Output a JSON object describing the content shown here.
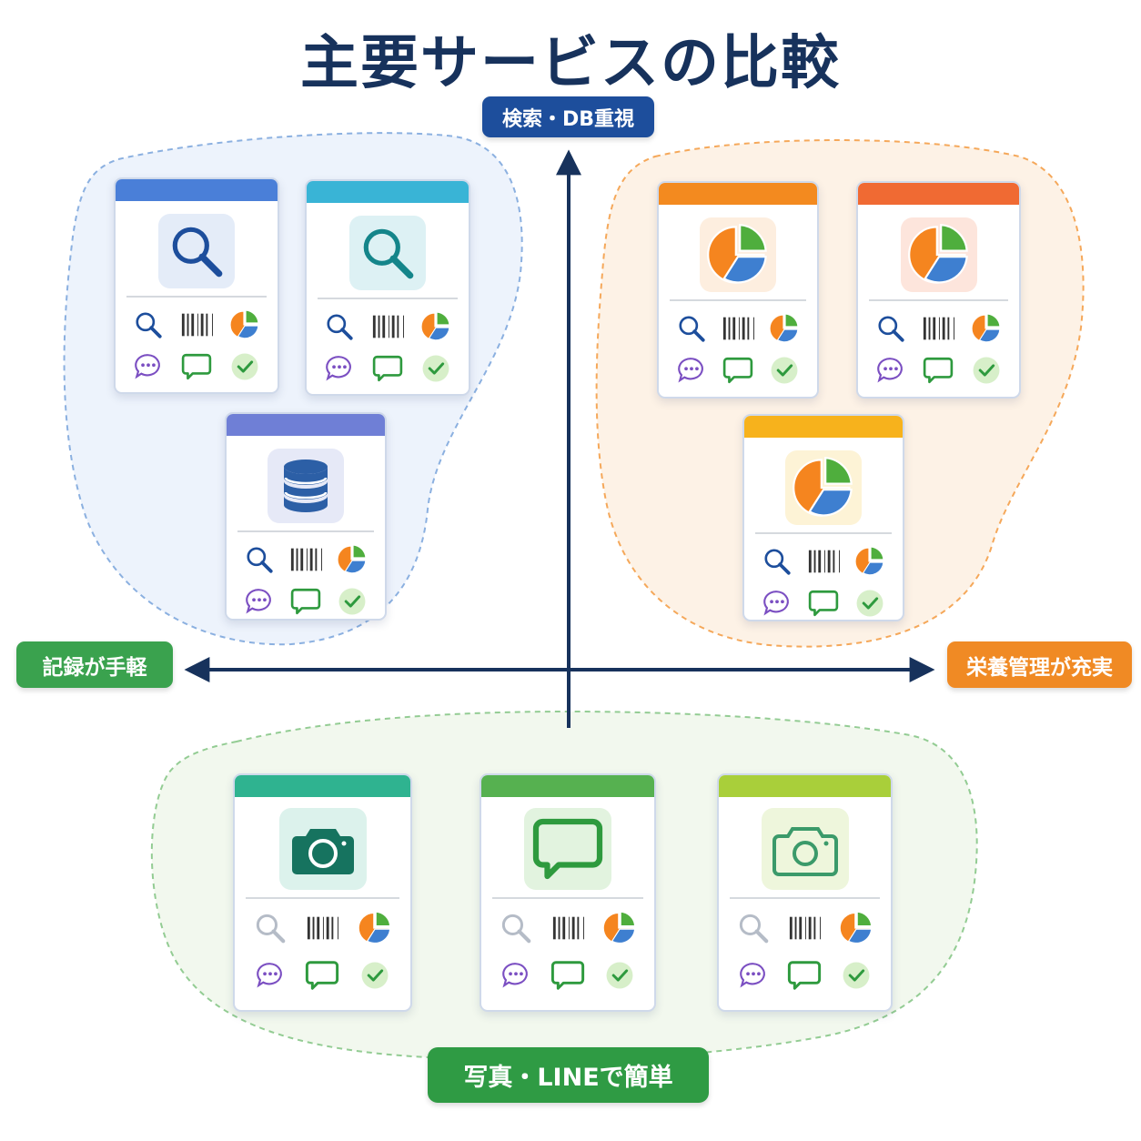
{
  "title": "主要サービスの比較",
  "axes": {
    "top": "検索・DB重視",
    "left": "記録が手軽",
    "right": "栄養管理が充実",
    "bottom": "写真・LINEで簡単"
  },
  "colors": {
    "axis": "#17325c",
    "cluster_blue": "#7ea6dc",
    "cluster_orange": "#f5a85a",
    "cluster_green": "#8cc88c"
  },
  "cards": [
    {
      "id": "c1",
      "header_color": "#4a7fd8",
      "main_icon": "magnifier-icon",
      "tile": "#e4ecf8"
    },
    {
      "id": "c2",
      "header_color": "#39b4d6",
      "main_icon": "magnifier-icon",
      "tile": "#ddf1f4"
    },
    {
      "id": "c3",
      "header_color": "#6f7fd6",
      "main_icon": "database-icon",
      "tile": "#e6e9f7"
    },
    {
      "id": "c4",
      "header_color": "#f38a1f",
      "main_icon": "pie-chart-icon",
      "tile": "#fdeedf"
    },
    {
      "id": "c5",
      "header_color": "#f06a33",
      "main_icon": "pie-chart-icon",
      "tile": "#fde5dc"
    },
    {
      "id": "c6",
      "header_color": "#f7b21c",
      "main_icon": "pie-chart-icon",
      "tile": "#fdf3d6"
    },
    {
      "id": "c7",
      "header_color": "#2fb390",
      "main_icon": "camera-filled-icon",
      "tile": "#dcf2ec"
    },
    {
      "id": "c8",
      "header_color": "#56b150",
      "main_icon": "chat-bubble-icon",
      "tile": "#e2f3df"
    },
    {
      "id": "c9",
      "header_color": "#a9cf3a",
      "main_icon": "camera-outline-icon",
      "tile": "#eef6dc"
    }
  ]
}
